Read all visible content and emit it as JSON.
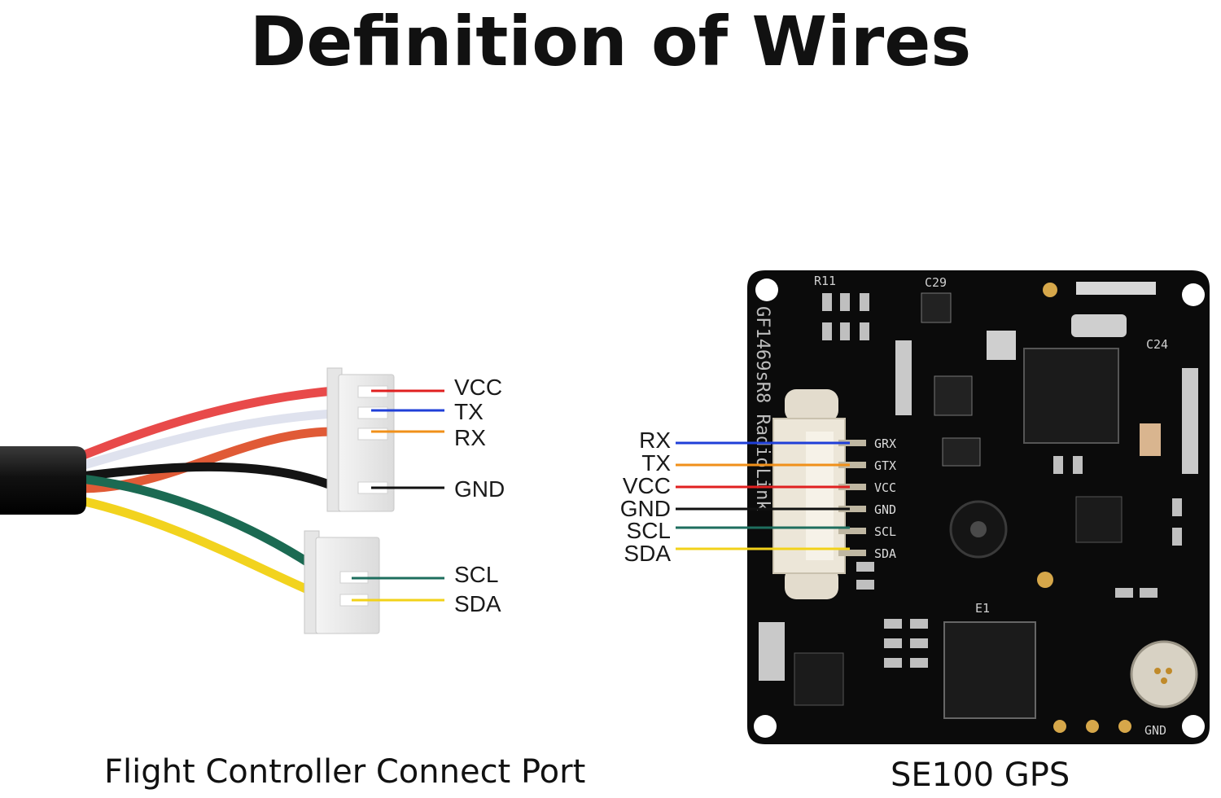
{
  "title": "Definition of Wires",
  "left_connector": {
    "caption": "Flight Controller Connect Port",
    "pins": [
      {
        "label": "VCC",
        "color": "#e02020"
      },
      {
        "label": "TX",
        "color": "#1f3fd8"
      },
      {
        "label": "RX",
        "color": "#f0901a"
      },
      {
        "label": "GND",
        "color": "#111111"
      },
      {
        "label": "SCL",
        "color": "#1e6e5e"
      },
      {
        "label": "SDA",
        "color": "#f2d21a"
      }
    ]
  },
  "right_board": {
    "caption": "SE100 GPS",
    "pins": [
      {
        "label": "RX",
        "color": "#1f3fd8"
      },
      {
        "label": "TX",
        "color": "#f0901a"
      },
      {
        "label": "VCC",
        "color": "#e02020"
      },
      {
        "label": "GND",
        "color": "#111111"
      },
      {
        "label": "SCL",
        "color": "#1e6e5e"
      },
      {
        "label": "SDA",
        "color": "#f2d21a"
      }
    ]
  }
}
